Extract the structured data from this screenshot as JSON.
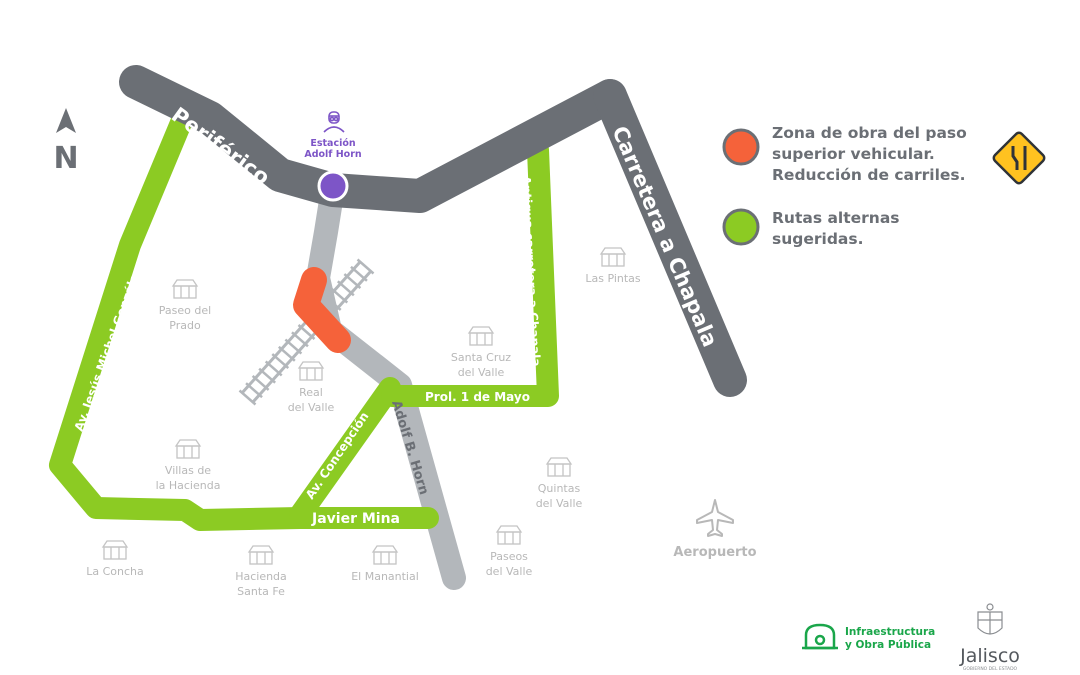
{
  "colors": {
    "background": "#ffffff",
    "road_gray": "#6b6f75",
    "secondary_road": "#b3b7bb",
    "alternate_route": "#8ccb23",
    "work_zone": "#f5623a",
    "station": "#7d55c7",
    "warning_sign": "#ffc220",
    "neighborhood": "#b8b8b8"
  },
  "map": {
    "north_label": "N",
    "roads": {
      "periferico": "Periférico",
      "carretera_chapala": "Carretera a Chapala",
      "adolf_horn": "Adolf B. Horn"
    },
    "alternate_routes": {
      "michel_gonzalez": "Av. Jesús Michel González",
      "antigua_chapala": "Antigua carretera a Chapala",
      "prol_1_mayo": "Prol. 1 de Mayo",
      "concepcion": "Av. Concepción",
      "javier_mina": "Javier Mina"
    },
    "station": {
      "line1": "Estación",
      "line2": "Adolf Horn",
      "icon": "train-operator-icon"
    },
    "neighborhoods": [
      {
        "id": "paseo-del-prado",
        "lines": [
          "Paseo del",
          "Prado"
        ]
      },
      {
        "id": "real-del-valle",
        "lines": [
          "Real",
          "del Valle"
        ]
      },
      {
        "id": "santa-cruz-del-valle",
        "lines": [
          "Santa Cruz",
          "del Valle"
        ]
      },
      {
        "id": "las-pintas",
        "lines": [
          "Las Pintas"
        ]
      },
      {
        "id": "villas-de-la-hacienda",
        "lines": [
          "Villas de",
          "la Hacienda"
        ]
      },
      {
        "id": "quintas-del-valle",
        "lines": [
          "Quintas",
          "del Valle"
        ]
      },
      {
        "id": "la-concha",
        "lines": [
          "La Concha"
        ]
      },
      {
        "id": "hacienda-santa-fe",
        "lines": [
          "Hacienda",
          "Santa Fe"
        ]
      },
      {
        "id": "el-manantial",
        "lines": [
          "El Manantial"
        ]
      },
      {
        "id": "paseos-del-valle",
        "lines": [
          "Paseos",
          "del Valle"
        ]
      }
    ],
    "airport": {
      "label": "Aeropuerto",
      "icon": "airplane-icon"
    }
  },
  "legend": {
    "work_zone": {
      "lines": [
        "Zona de obra del paso",
        "superior vehicular.",
        "Reducción de carriles."
      ],
      "icon": "lane-reduction-sign-icon"
    },
    "alternate": {
      "lines": [
        "Rutas alternas",
        "sugeridas."
      ]
    }
  },
  "footer": {
    "brand_line1": "Infraestructura",
    "brand_line2": "y Obra Pública",
    "jalisco": "Jalisco",
    "gobierno": "GOBIERNO DEL ESTADO"
  }
}
